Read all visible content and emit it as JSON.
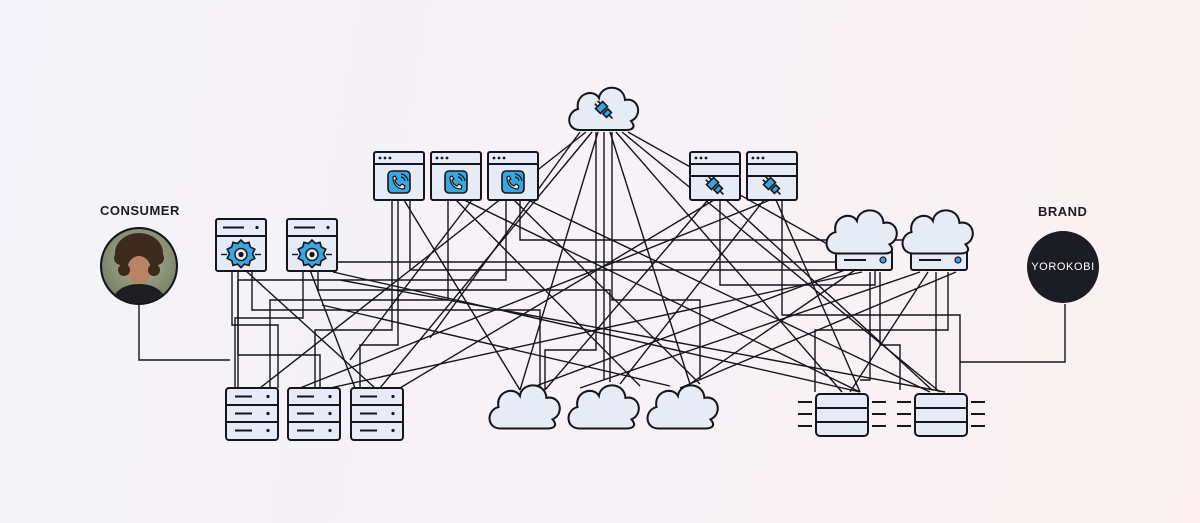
{
  "consumer": {
    "label": "CONSUMER"
  },
  "brand": {
    "label": "BRAND",
    "logo_text": "YOROKOBI"
  },
  "colors": {
    "line": "#15151c",
    "node_fill": "#e7ebf6",
    "accent": "#3aa6e0"
  },
  "icons": [
    "avatar-photo",
    "plug-icon",
    "phone-icon",
    "gear-icon",
    "cloud-icon",
    "server-icon",
    "database-icon"
  ]
}
